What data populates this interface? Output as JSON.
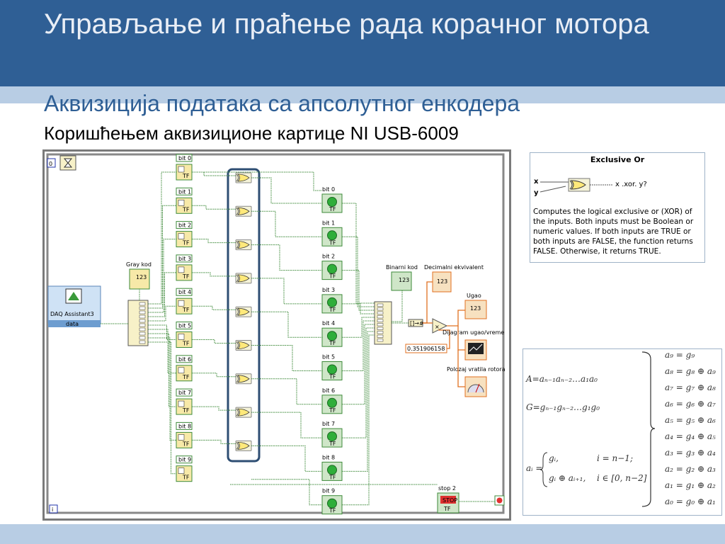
{
  "slide": {
    "title": "Управљање и праћење рада корачног мотора",
    "subtitle": "Аквизиција података са апсолутног енкодера",
    "subtitle2": "Коришћењем аквизиционе картице NI USB-6009"
  },
  "diagram": {
    "iteration_terminal": "0",
    "loop_index": "i",
    "daq_label": "DAQ Assistant3",
    "daq_output": "data",
    "gray_label": "Gray kod",
    "binary_label": "Binarni kod",
    "decimal_label": "Decimalni ekvivalent",
    "angle_label": "Ugao",
    "chart_label": "Dijagram ugao/vreme",
    "gauge_label": "Polozaj vratila rotora",
    "constant_value": "0.351906158",
    "stop_label": "stop 2",
    "stop_button": "STOP",
    "numeric_text": "123",
    "bool_text": "TF",
    "input_bits": [
      "bit 0",
      "bit 1",
      "bit 2",
      "bit 3",
      "bit 4",
      "bit 5",
      "bit 6",
      "bit 7",
      "bit 8",
      "bit 9"
    ],
    "output_bits": [
      "bit 0",
      "bit 1",
      "bit 2",
      "bit 3",
      "bit 4",
      "bit 5",
      "bit 6",
      "bit 7",
      "bit 8",
      "bit 9"
    ]
  },
  "help": {
    "title": "Exclusive Or",
    "input_x": "x",
    "input_y": "y",
    "expression": "x .xor. y?",
    "description": "Computes the logical exclusive or (XOR) of the inputs. Both inputs must be Boolean or numeric values. If both inputs are TRUE or both inputs are FALSE, the function returns FALSE. Otherwise, it returns TRUE."
  },
  "formula": {
    "eq_A": "A=aₙ₋₁aₙ₋₂…a₁a₀",
    "eq_G": "G=gₙ₋₁gₙ₋₂…g₁g₀",
    "case_lhs": "aᵢ =",
    "case1": "gᵢ,",
    "case1_cond": "i = n−1;",
    "case2": "gᵢ ⊕ aᵢ₊₁,",
    "case2_cond": "i ∈ [0, n−2]",
    "rows": [
      "a₉ = g₉",
      "a₈ = g₈ ⊕ a₉",
      "a₇ = g₇ ⊕ a₈",
      "a₆ = g₆ ⊕ a₇",
      "a₅ = g₅ ⊕ a₆",
      "a₄ = g₄ ⊕ a₅",
      "a₃ = g₃ ⊕ a₄",
      "a₂ = g₂ ⊕ a₃",
      "a₁ = g₁ ⊕ a₂",
      "a₀ = g₀ ⊕ a₁"
    ]
  },
  "colors": {
    "header": "#2f5f95",
    "band": "#b8cde4",
    "wire_green": "#3e8a3a",
    "highlight": "#2e4e73",
    "led_green": "#2fae3a"
  }
}
